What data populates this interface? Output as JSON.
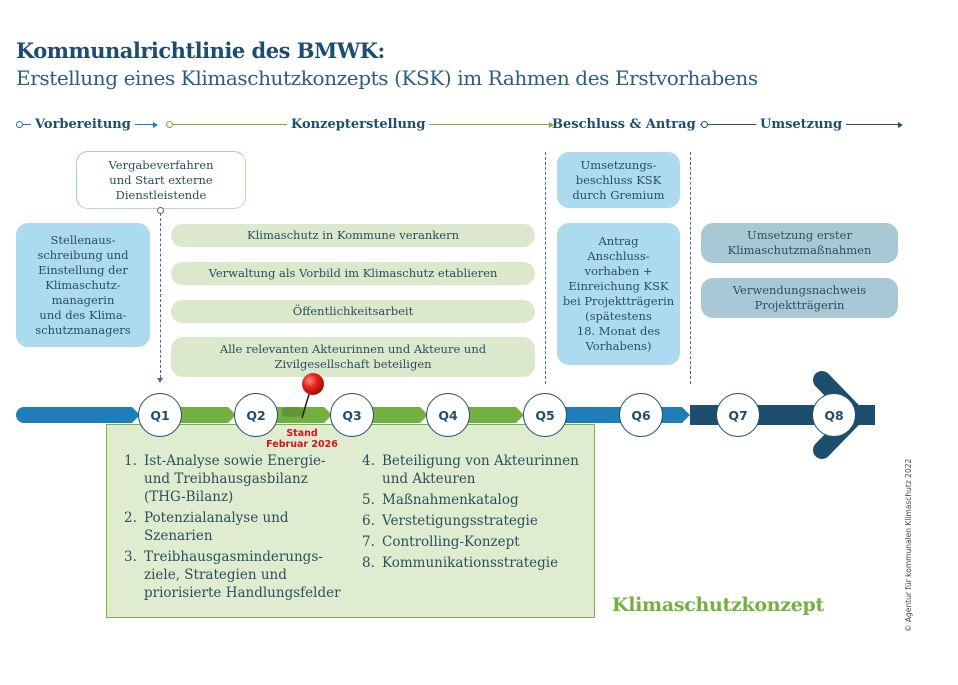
{
  "header": {
    "title": "Kommunalrichtlinie des BMWK:",
    "subtitle": "Erstellung eines Klimaschutzkonzepts (KSK) im Rahmen des Erstvorhabens"
  },
  "phases": [
    {
      "label": "Vorbereitung",
      "color": "#1e7fb8"
    },
    {
      "label": "Konzepterstellung",
      "color": "#72b13f"
    },
    {
      "label": "Beschluss & Antrag",
      "color": "#1e7fb8"
    },
    {
      "label": "Umsetzung",
      "color": "#1d4e6e"
    }
  ],
  "boxes": {
    "vergabe": "Vergabeverfahren und Start externe Dienstleistende",
    "stellen": [
      "Stellenaus-",
      "schreibung und",
      "Einstellung der",
      "Klimaschutz-",
      "managerin",
      "und des Klima-",
      "schutzmanagers"
    ],
    "konzept_tasks": [
      "Klimaschutz in Kommune verankern",
      "Verwaltung als Vorbild im Klimaschutz etablieren",
      "Öffentlichkeitsarbeit",
      "Alle relevanten Akteurinnen und Akteure und Zivilgesellschaft beteiligen"
    ],
    "beschluss": [
      "Umsetzungs-",
      "beschluss KSK",
      "durch Gremium"
    ],
    "antrag": [
      "Antrag",
      "Anschluss-",
      "vorhaben +",
      "Einreichung KSK",
      "bei Projektträgerin",
      "(spätestens",
      "18. Monat des",
      "Vorhabens)"
    ],
    "umsetzung_tasks": [
      "Umsetzung erster Klimaschutzmaßnahmen",
      "Verwendungsnachweis Projektträgerin"
    ]
  },
  "timeline": {
    "quarters": [
      "Q1",
      "Q2",
      "Q3",
      "Q4",
      "Q5",
      "Q6",
      "Q7",
      "Q8"
    ],
    "marker": {
      "line1": "Stand",
      "line2": "Februar 2026",
      "color": "#d6141b"
    }
  },
  "ksk_contents": {
    "col1": [
      {
        "num": "1.",
        "text": "Ist-Analyse sowie Energie- und Treibhausgasbilanz (THG-Bilanz)"
      },
      {
        "num": "2.",
        "text": "Potenzialanalyse und Szenarien"
      },
      {
        "num": "3.",
        "text": "Treibhausgasminderungs-ziele, Strategien und priorisierte Handlungsfelder"
      }
    ],
    "col2": [
      {
        "num": "4.",
        "text": "Beteiligung von Akteurinnen und Akteuren"
      },
      {
        "num": "5.",
        "text": "Maßnahmenkatalog"
      },
      {
        "num": "6.",
        "text": "Verstetigungsstrategie"
      },
      {
        "num": "7.",
        "text": "Controlling-Konzept"
      },
      {
        "num": "8.",
        "text": "Kommunikationsstrategie"
      }
    ],
    "label": "Klimaschutzkonzept"
  },
  "copyright": "© Agentur für kommunalen Klimaschutz  2022"
}
